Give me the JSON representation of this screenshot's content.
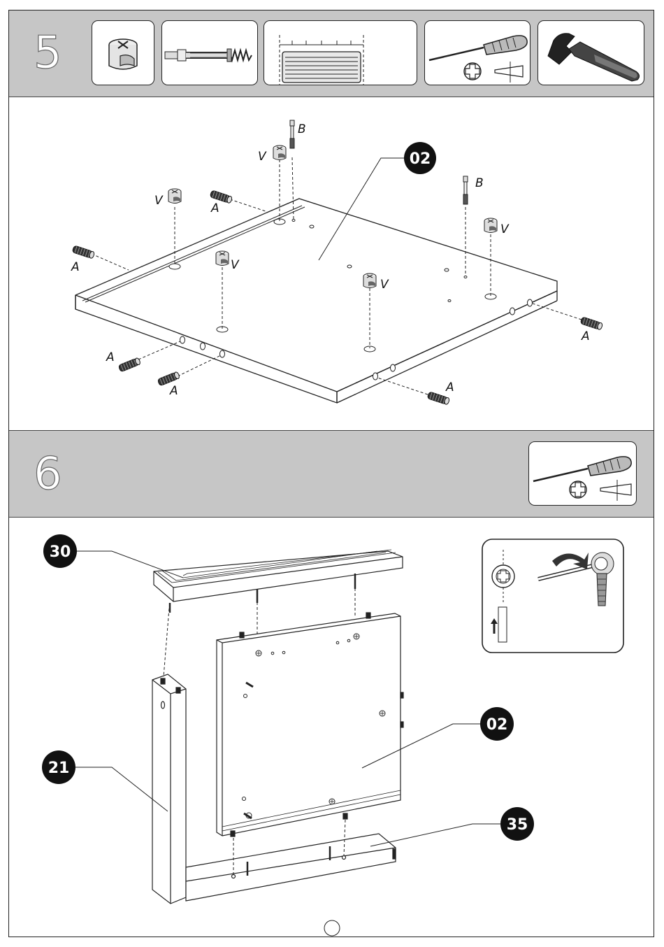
{
  "step5": {
    "number": "5",
    "panel_part": "02",
    "labels": {
      "cam_bolt": "B",
      "cam_lock": "V",
      "dowel": "A"
    },
    "tools": [
      "cam-lock-fitting",
      "cam-bolt",
      "wooden-dowel",
      "screwdriver-phillips-flat",
      "hammer"
    ]
  },
  "step6": {
    "number": "6",
    "parts": {
      "top_rail": "30",
      "side_leg": "21",
      "panel": "02",
      "bottom_rail": "35"
    },
    "tools": [
      "screwdriver-phillips-flat"
    ],
    "detail": "cam-lock-tightening-clockwise"
  }
}
